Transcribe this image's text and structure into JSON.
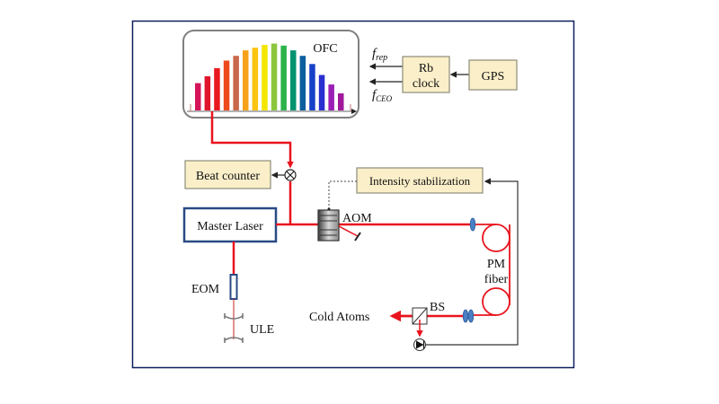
{
  "diagram": {
    "comb_label": "OFC",
    "freq_rep": {
      "f": "f",
      "sub": "rep"
    },
    "freq_ceo": {
      "f": "f",
      "sub": "CEO"
    },
    "rb_clock": [
      "Rb",
      "clock"
    ],
    "gps": "GPS",
    "beat_counter": "Beat counter",
    "intensity_stabilization": "Intensity stabilization",
    "master_laser": "Master Laser",
    "aom": "AOM",
    "eom": "EOM",
    "ule": "ULE",
    "pm_fiber": [
      "PM",
      "fiber"
    ],
    "bs": "BS",
    "cold_atoms": "Cold Atoms",
    "comb_lines": [
      {
        "height": 0.4,
        "color": "#d4145a"
      },
      {
        "height": 0.5,
        "color": "#e0142a"
      },
      {
        "height": 0.62,
        "color": "#e8191f"
      },
      {
        "height": 0.73,
        "color": "#ee4a1c"
      },
      {
        "height": 0.8,
        "color": "#c8684a"
      },
      {
        "height": 0.88,
        "color": "#f7a11a"
      },
      {
        "height": 0.92,
        "color": "#fbc410"
      },
      {
        "height": 0.96,
        "color": "#f3e600"
      },
      {
        "height": 0.98,
        "color": "#8cc63f"
      },
      {
        "height": 0.95,
        "color": "#2bb34a"
      },
      {
        "height": 0.88,
        "color": "#00936f"
      },
      {
        "height": 0.8,
        "color": "#0b5f9e"
      },
      {
        "height": 0.68,
        "color": "#1740c8"
      },
      {
        "height": 0.52,
        "color": "#2a2fd0"
      },
      {
        "height": 0.38,
        "color": "#9b1fb5"
      },
      {
        "height": 0.25,
        "color": "#a0199a"
      }
    ],
    "colors": {
      "laser": "#e8141e",
      "box_fill": "#fbefc9",
      "box_stroke": "#8c8c7a",
      "master_stroke": "#2a4a85",
      "frame": "#0f1f5c",
      "wire": "#333333",
      "lens": "#4a7fc4"
    }
  }
}
